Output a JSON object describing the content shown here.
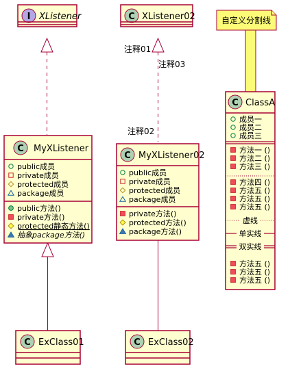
{
  "colors": {
    "box_fill": "#FEFECE",
    "box_border": "#A80036",
    "interface_badge": "#B4A7E5",
    "class_badge": "#ADD1B2",
    "note_fill": "#FBFB77",
    "public_fill": "#84BE84",
    "public_stroke": "#038048",
    "private_fill": "#F24D5C",
    "private_stroke": "#C82930",
    "protected_fill": "#FFFF44",
    "protected_stroke": "#B38D22",
    "package_fill": "#4177AF",
    "package_stroke": "#1963A0"
  },
  "classes": {
    "xlistener": {
      "badge": "I",
      "name": "XListener",
      "badge_icon": "interface-badge-icon"
    },
    "xlistener02": {
      "badge": "C",
      "name": "XListener02",
      "badge_icon": "class-badge-icon"
    },
    "myxlistener": {
      "badge": "C",
      "name": "MyXListener",
      "fields": [
        {
          "vis": "public",
          "text": "public成员"
        },
        {
          "vis": "private",
          "text": "private成员"
        },
        {
          "vis": "protected",
          "text": "protected成员"
        },
        {
          "vis": "package",
          "text": "package成员"
        }
      ],
      "methods": [
        {
          "vis": "public",
          "text": "public方法()"
        },
        {
          "vis": "private",
          "text": "private方法()"
        },
        {
          "vis": "protected",
          "text": "protected静态方法()",
          "static": true
        },
        {
          "vis": "package",
          "text": "抽象package方法()",
          "abstract": true
        }
      ]
    },
    "myxlistener02": {
      "badge": "C",
      "name": "MyXListener02",
      "fields": [
        {
          "vis": "public",
          "text": "public成员"
        },
        {
          "vis": "private",
          "text": "private成员"
        },
        {
          "vis": "protected",
          "text": "protected成员"
        },
        {
          "vis": "package",
          "text": "package成员"
        }
      ],
      "methods": [
        {
          "vis": "private",
          "text": "private方法()"
        },
        {
          "vis": "protected",
          "text": "protected方法()"
        },
        {
          "vis": "package",
          "text": "package方法()"
        }
      ]
    },
    "exclass01": {
      "badge": "C",
      "name": "ExClass01"
    },
    "exclass02": {
      "badge": "C",
      "name": "ExClass02"
    },
    "classa": {
      "badge": "C",
      "name": "ClassA",
      "fields": [
        {
          "vis": "public",
          "text": "成员一"
        },
        {
          "vis": "public",
          "text": "成员二"
        },
        {
          "vis": "public",
          "text": "成员三"
        }
      ],
      "methods1": [
        {
          "vis": "private",
          "text": "方法一 ()"
        },
        {
          "vis": "private",
          "text": "方法二 ()"
        },
        {
          "vis": "private",
          "text": "方法三 ()"
        }
      ],
      "methods2": [
        {
          "vis": "private",
          "text": "方法四 ()"
        },
        {
          "vis": "private",
          "text": "方法五 ()"
        },
        {
          "vis": "private",
          "text": "方法五 ()"
        },
        {
          "vis": "private",
          "text": "方法五 ()"
        }
      ],
      "sep_dotted": "虚线",
      "sep_single": "单实线",
      "sep_double": "双实线",
      "methods3": [
        {
          "vis": "private",
          "text": "方法五 ()"
        },
        {
          "vis": "private",
          "text": "方法五 ()"
        },
        {
          "vis": "private",
          "text": "方法五 ()"
        }
      ]
    }
  },
  "note": {
    "text": "自定义分割线"
  },
  "labels": {
    "note01": "注释01",
    "note02": "注释02",
    "note03": "注释03"
  }
}
